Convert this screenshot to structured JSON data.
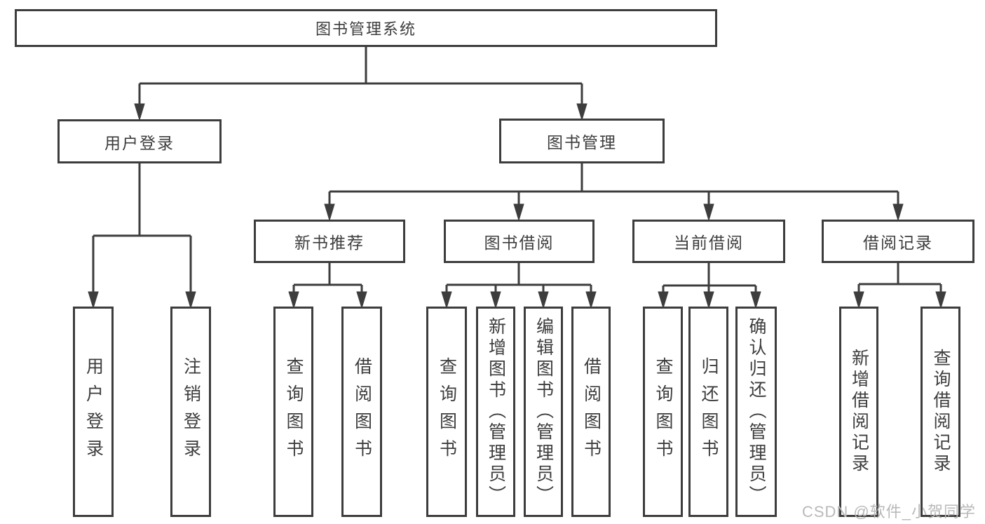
{
  "diagram": {
    "root": {
      "label": "图书管理系统"
    },
    "level2": [
      {
        "label": "用户登录"
      },
      {
        "label": "图书管理"
      }
    ],
    "level3": [
      {
        "label": "新书推荐"
      },
      {
        "label": "图书借阅"
      },
      {
        "label": "当前借阅"
      },
      {
        "label": "借阅记录"
      }
    ],
    "leaves": [
      {
        "label": "用户登录"
      },
      {
        "label": "注销登录"
      },
      {
        "label": "查询图书"
      },
      {
        "label": "借阅图书"
      },
      {
        "label": "查询图书"
      },
      {
        "label": "新增图书（管理员）"
      },
      {
        "label": "编辑图书（管理员）"
      },
      {
        "label": "借阅图书"
      },
      {
        "label": "查询图书"
      },
      {
        "label": "归还图书"
      },
      {
        "label": "确认归还（管理员）"
      },
      {
        "label": "新增借阅记录"
      },
      {
        "label": "查询借阅记录"
      }
    ],
    "watermark": "CSDN @软件_小贺同学",
    "colors": {
      "line": "#3d3d3d",
      "text": "#3d3d3d",
      "background": "#ffffff",
      "watermark": "#b9b9b9"
    }
  }
}
